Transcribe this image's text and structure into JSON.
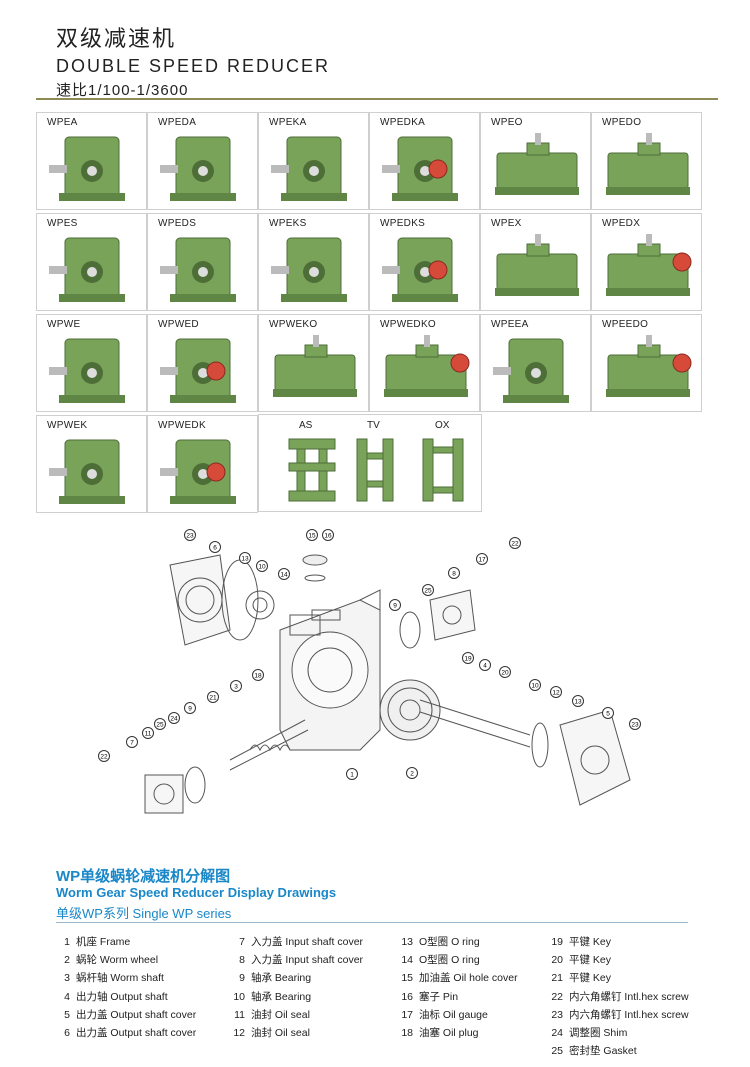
{
  "header": {
    "title_cn": "双级减速机",
    "title_en": "DOUBLE SPEED REDUCER",
    "ratio": "速比1/100-1/3600"
  },
  "models": [
    "WPEA",
    "WPEDA",
    "WPEKA",
    "WPEDKA",
    "WPEO",
    "WPEDO",
    "WPES",
    "WPEDS",
    "WPEKS",
    "WPEDKS",
    "WPEX",
    "WPEDX",
    "WPWE",
    "WPWED",
    "WPWEKO",
    "WPWEDKO",
    "WPEEA",
    "WPEEDO",
    "WPWEK",
    "WPWEDK"
  ],
  "accessories": [
    "AS",
    "TV",
    "OX"
  ],
  "callouts": [
    "1",
    "2",
    "3",
    "4",
    "5",
    "6",
    "7",
    "8",
    "9",
    "10",
    "11",
    "12",
    "13",
    "14",
    "15",
    "16",
    "17",
    "18",
    "19",
    "20",
    "21",
    "22",
    "23",
    "24",
    "25"
  ],
  "section": {
    "title_cn": "WP单级蜗轮减速机分解图",
    "title_en": "Worm Gear Speed Reducer Display Drawings",
    "subtitle": "单级WP系列 Single WP series"
  },
  "parts": [
    [
      {
        "n": "1",
        "t": "机座 Frame"
      },
      {
        "n": "2",
        "t": "蜗轮 Worm wheel"
      },
      {
        "n": "3",
        "t": "蜗杆轴 Worm shaft"
      },
      {
        "n": "4",
        "t": "出力轴 Output shaft"
      },
      {
        "n": "5",
        "t": "出力盖 Output shaft cover"
      },
      {
        "n": "6",
        "t": "出力盖 Output shaft cover"
      }
    ],
    [
      {
        "n": "7",
        "t": "入力盖 Input shaft cover"
      },
      {
        "n": "8",
        "t": "入力盖 Input shaft cover"
      },
      {
        "n": "9",
        "t": "轴承 Bearing"
      },
      {
        "n": "10",
        "t": "轴承 Bearing"
      },
      {
        "n": "11",
        "t": "油封 Oil seal"
      },
      {
        "n": "12",
        "t": "油封 Oil seal"
      }
    ],
    [
      {
        "n": "13",
        "t": "O型圈 O ring"
      },
      {
        "n": "14",
        "t": "O型圈 O ring"
      },
      {
        "n": "15",
        "t": "加油盖 Oil hole cover"
      },
      {
        "n": "16",
        "t": "塞子 Pin"
      },
      {
        "n": "17",
        "t": "油标 Oil gauge"
      },
      {
        "n": "18",
        "t": "油塞 Oil plug"
      }
    ],
    [
      {
        "n": "19",
        "t": "平键 Key"
      },
      {
        "n": "20",
        "t": "平键 Key"
      },
      {
        "n": "21",
        "t": "平键 Key"
      },
      {
        "n": "22",
        "t": "内六角螺钉 Intl.hex screw"
      },
      {
        "n": "23",
        "t": "内六角螺钉 Intl.hex screw"
      },
      {
        "n": "24",
        "t": "调整圈 Shim"
      },
      {
        "n": "25",
        "t": "密封垫 Gasket"
      }
    ]
  ],
  "colors": {
    "reducer_green": "#7aa35a",
    "accent_red": "#d64a3a",
    "title_blue": "#1a87c8",
    "rule": "#8c8a55"
  }
}
